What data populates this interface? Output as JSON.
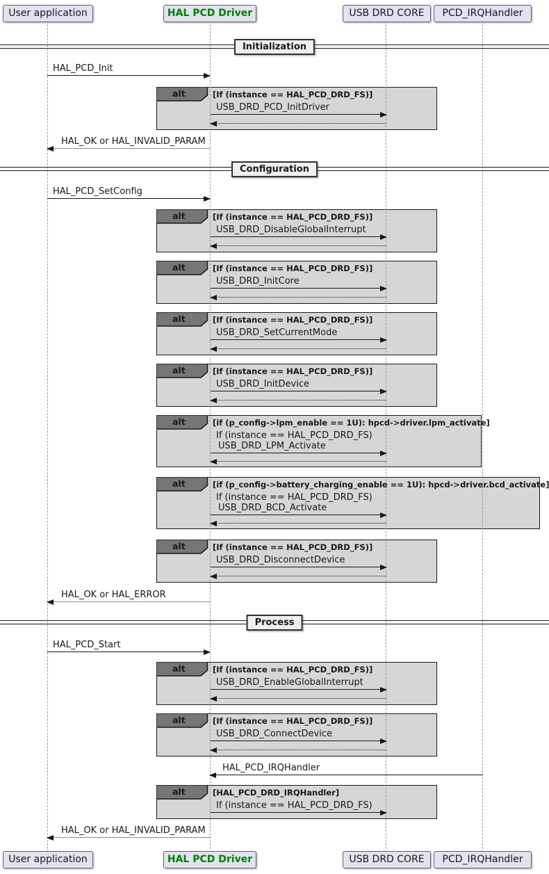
{
  "participants": [
    {
      "label": "User application",
      "highlight": false
    },
    {
      "label": "HAL PCD Driver",
      "highlight": true
    },
    {
      "label": "USB DRD CORE",
      "highlight": false
    },
    {
      "label": "PCD_IRQHandler",
      "highlight": false
    }
  ],
  "dividers": [
    {
      "label": "Initialization"
    },
    {
      "label": "Configuration"
    },
    {
      "label": "Process"
    }
  ],
  "alt_label": "alt",
  "messages": {
    "hal_pcd_init": "HAL_PCD_Init",
    "ret_init": "HAL_OK or HAL_INVALID_PARAM",
    "hal_pcd_setconfig": "HAL_PCD_SetConfig",
    "ret_setconfig": "HAL_OK or HAL_ERROR",
    "hal_pcd_start": "HAL_PCD_Start",
    "hal_pcd_irqhandler": "HAL_PCD_IRQHandler",
    "ret_final": "HAL_OK or HAL_INVALID_PARAM"
  },
  "frames": [
    {
      "guard": "[If (instance == HAL_PCD_DRD_FS)]",
      "call": "USB_DRD_PCD_InitDriver"
    },
    {
      "guard": "[If (instance == HAL_PCD_DRD_FS)]",
      "call": "USB_DRD_DisableGlobalInterrupt"
    },
    {
      "guard": "[If (instance == HAL_PCD_DRD_FS)]",
      "call": "USB_DRD_InitCore"
    },
    {
      "guard": "[If (instance == HAL_PCD_DRD_FS)]",
      "call": "USB_DRD_SetCurrentMode"
    },
    {
      "guard": "[If (instance == HAL_PCD_DRD_FS)]",
      "call": "USB_DRD_InitDevice"
    },
    {
      "guard": "[if (p_config->lpm_enable == 1U): hpcd->driver.lpm_activate]",
      "pre": "If (instance == HAL_PCD_DRD_FS)",
      "call": "USB_DRD_LPM_Activate"
    },
    {
      "guard": "[if (p_config->battery_charging_enable == 1U): hpcd->driver.bcd_activate]",
      "pre": "If (instance == HAL_PCD_DRD_FS)",
      "call": "USB_DRD_BCD_Activate"
    },
    {
      "guard": "[If (instance == HAL_PCD_DRD_FS)]",
      "call": "USB_DRD_DisconnectDevice"
    },
    {
      "guard": "[If (instance == HAL_PCD_DRD_FS)]",
      "call": "USB_DRD_EnableGlobalInterrupt"
    },
    {
      "guard": "[If (instance == HAL_PCD_DRD_FS)]",
      "call": "USB_DRD_ConnectDevice"
    },
    {
      "guard": "[HAL_PCD_DRD_IRQHandler]",
      "call": "If (instance == HAL_PCD_DRD_FS)"
    }
  ],
  "colors": {
    "participant_fill": "#E2E2F0",
    "frame_fill": "#D6D6D6",
    "alt_tag_fill": "#767676",
    "divider_fill": "#EEEEEE",
    "highlight_text": "#008000",
    "line": "#181818",
    "lifeline": "#9A9A9A",
    "background": "#FFFFFF"
  }
}
